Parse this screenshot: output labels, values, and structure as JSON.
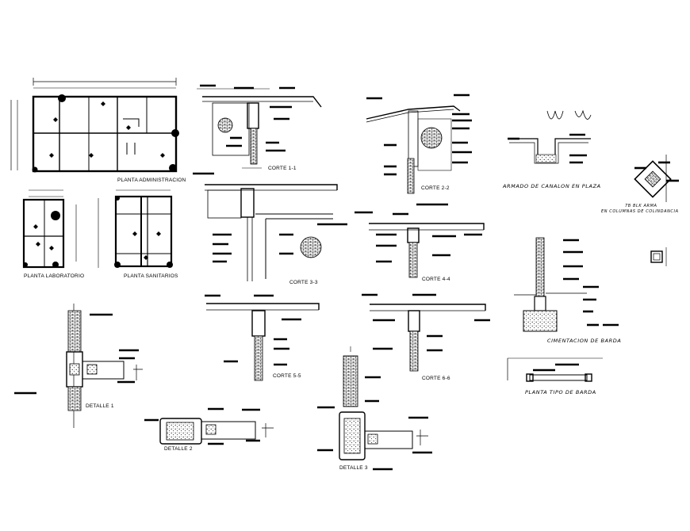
{
  "labels": {
    "planta_administracion": "PLANTA ADMINISTRACION",
    "planta_laboratorio": "PLANTA LABORATORIO",
    "planta_sanitarios": "PLANTA SANITARIOS",
    "corte_1": "CORTE 1-1",
    "corte_2": "CORTE 2-2",
    "corte_3": "CORTE 3-3",
    "corte_4": "CORTE 4-4",
    "corte_5": "CORTE 5-5",
    "corte_6": "CORTE 6-6",
    "detalle_1": "DETALLE 1",
    "detalle_2": "DETALLE 2",
    "detalle_3": "DETALLE 3",
    "armado_canalon": "ARMADO DE CANALON EN PLAZA",
    "cimentacion_barda": "CIMENTACION DE BARDA",
    "planta_barda": "PLANTA TIPO DE BARDA",
    "columna_note_1": "7B BLK ARMA",
    "columna_note_2": "EN COLUMNAS DE COLINDANCIA"
  }
}
